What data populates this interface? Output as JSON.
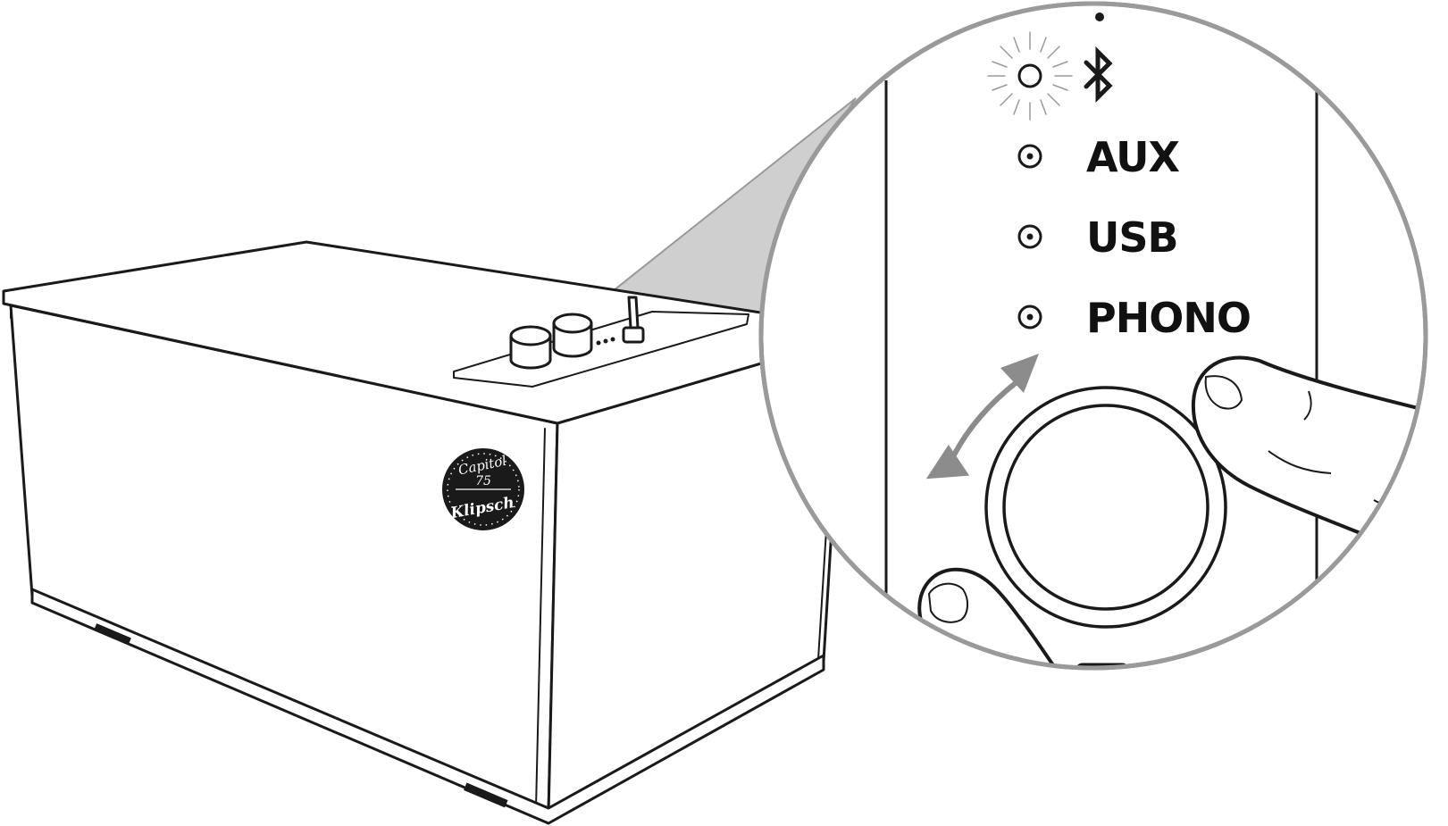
{
  "zoom_panel": {
    "inputs": [
      {
        "label": "",
        "icon": "bluetooth-icon",
        "state": "blinking"
      },
      {
        "label": "AUX",
        "state": "off"
      },
      {
        "label": "USB",
        "state": "off"
      },
      {
        "label": "PHONO",
        "state": "off"
      }
    ],
    "knob_action": "rotate",
    "play_icon": "play-icon"
  },
  "speaker": {
    "badge": {
      "line1": "Capitol",
      "line2": "75",
      "brand": "Klipsch"
    }
  },
  "colors": {
    "ink": "#1a1a1a",
    "zoom_shade": "#cfcfcf",
    "zoom_border": "#9a9a9a",
    "arrow": "#8c8c8c",
    "badge_fill": "#1a1a1a"
  }
}
